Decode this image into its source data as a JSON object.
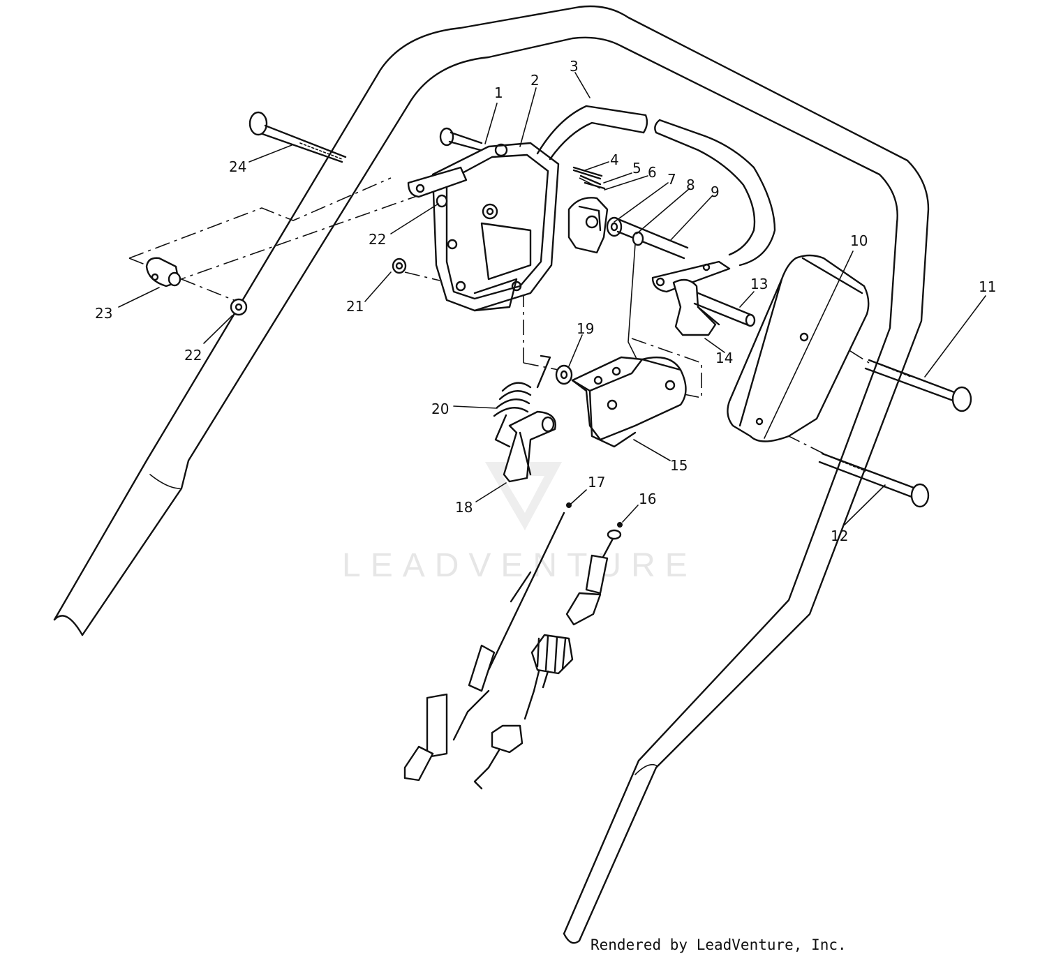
{
  "watermark": "LEADVENTURE",
  "credit": "Rendered by LeadVenture, Inc.",
  "callouts": [
    "1",
    "2",
    "3",
    "4",
    "5",
    "6",
    "7",
    "8",
    "9",
    "10",
    "11",
    "12",
    "13",
    "14",
    "15",
    "16",
    "17",
    "18",
    "19",
    "20",
    "21",
    "22",
    "22",
    "23",
    "24"
  ]
}
